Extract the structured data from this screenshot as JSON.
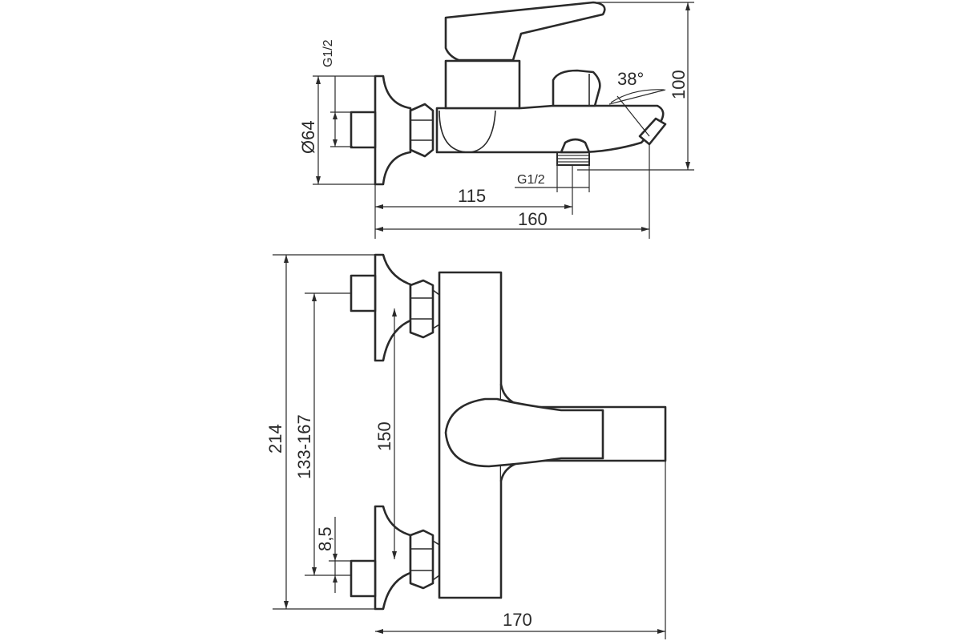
{
  "side_view": {
    "inlet_thread_label": "G1/2",
    "flange_diameter_label": "Ø64",
    "height_label": "100",
    "spout_angle_label": "38°",
    "outlet_thread_label": "G1/2",
    "outlet_distance_label": "115",
    "total_depth_label": "160"
  },
  "front_view": {
    "total_height_label": "214",
    "center_adjust_label": "133-167",
    "center_distance_label": "150",
    "offset_label": "8,5",
    "total_width_label": "170"
  },
  "colors": {
    "line": "#2a2a2a",
    "background": "#ffffff"
  }
}
